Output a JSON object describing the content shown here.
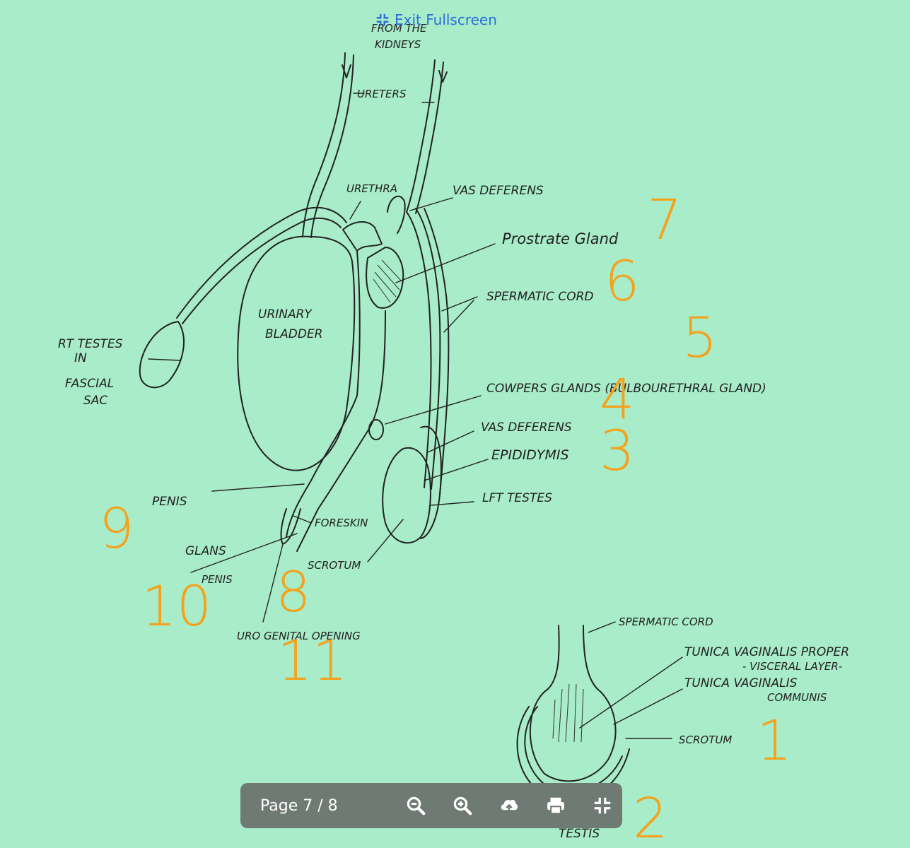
{
  "viewer": {
    "exit_fullscreen_label": "Exit Fullscreen",
    "page_indicator": "Page 7 / 8",
    "toolbar_icons": [
      "zoom-out-icon",
      "zoom-in-icon",
      "upload-icon",
      "print-icon",
      "exit-fullscreen-icon"
    ]
  },
  "diagram": {
    "labels": {
      "from_kidneys_1": "FROM THE",
      "from_kidneys_2": "KIDNEYS",
      "ureters": "URETERS",
      "urethra": "URETHRA",
      "vas_deferens_top": "VAS DEFERENS",
      "prostate": "Prostrate Gland",
      "spermatic_cord": "SPERMATIC CORD",
      "rt_testes_1": "RT TESTES",
      "rt_testes_2": "IN",
      "rt_testes_3": "FASCIAL",
      "rt_testes_4": "SAC",
      "bladder_1": "URINARY",
      "bladder_2": "BLADDER",
      "cowpers": "COWPERS GLANDS (BULBOURETHRAL GLAND)",
      "vas_deferens_mid": "VAS DEFERENS",
      "epididymis": "EPIDIDYMIS",
      "lft_testes": "LFT TESTES",
      "penis": "PENIS",
      "foreskin": "FORESKIN",
      "glans_1": "GLANS",
      "glans_2": "PENIS",
      "scrotum": "SCROTUM",
      "urogenital": "URO GENITAL OPENING",
      "cs_spermatic_cord": "SPERMATIC CORD",
      "tunica_proper_1": "TUNICA VAGINALIS PROPER",
      "tunica_proper_2": "- VISCERAL LAYER-",
      "tunica_communis_1": "TUNICA VAGINALIS",
      "tunica_communis_2": "COMMUNIS",
      "cs_scrotum": "SCROTUM",
      "testis": "TESTIS"
    },
    "numbers": {
      "n1": "1",
      "n2": "2",
      "n3": "3",
      "n4": "4",
      "n5": "5",
      "n6": "6",
      "n7": "7",
      "n8": "8",
      "n9": "9",
      "n10": "10",
      "n11": "11"
    },
    "colors": {
      "paper": "#a8ecc9",
      "ink": "#222222",
      "annotation": "#f4a21c",
      "toolbar": "#6e7a73",
      "link": "#2b6fd6"
    }
  }
}
